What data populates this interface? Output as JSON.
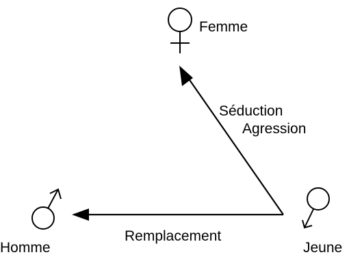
{
  "nodes": {
    "femme": {
      "label": "Femme",
      "icon": "female-symbol-icon"
    },
    "homme": {
      "label": "Homme",
      "icon": "male-symbol-icon"
    },
    "jeune": {
      "label": "Jeune",
      "icon": "young-male-symbol-icon"
    }
  },
  "edges": {
    "jeune_to_femme": {
      "label_line1": "Séduction",
      "label_line2": "Agression"
    },
    "jeune_to_homme": {
      "label": "Remplacement"
    }
  },
  "colors": {
    "ink": "#000000",
    "background": "#ffffff"
  }
}
